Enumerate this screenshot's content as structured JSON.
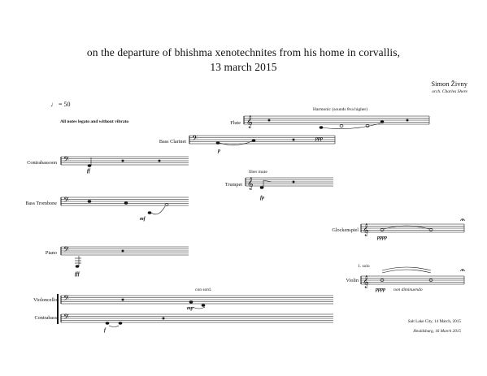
{
  "title_line1": "on the departure of bhishma xenotechnites from his home in corvallis,",
  "title_line2": "13 march 2015",
  "composer": "Simon Živny",
  "orchestrator": "orch. Charles Shere",
  "tempo": "♩ = 50",
  "performance_note": "All notes legato and without vibrato",
  "instruments": {
    "flute": "Flute",
    "bass_clarinet": "Bass Clarinet",
    "contrabassoon": "Contrabassoon",
    "trumpet": "Trumpet",
    "bass_trombone": "Bass Trombone",
    "glockenspiel": "Glockenspiel",
    "piano": "Piano",
    "violin": "Violin",
    "violoncello": "Violoncello",
    "contrabass": "Contrabass"
  },
  "directions": {
    "flute_harmonic": "Harmonic (sounds 8va higher)",
    "trumpet_mute": "fiber mute",
    "violin_solo": "1. solo",
    "violin_dim": "non diminuendo",
    "cello_sord": "con sord."
  },
  "dynamics": {
    "flute": "ppp",
    "bass_clarinet": "p",
    "contrabassoon": "ff",
    "trumpet": "fp",
    "bass_trombone": "mf",
    "glockenspiel": "pppp",
    "piano": "fff",
    "violin": "pppp",
    "violoncello": "mp",
    "contrabass": "f"
  },
  "footer": {
    "place_date_1": "Salt Lake City, 14 March, 2015",
    "place_date_2": "Healdsburg, 16 March 2015"
  }
}
